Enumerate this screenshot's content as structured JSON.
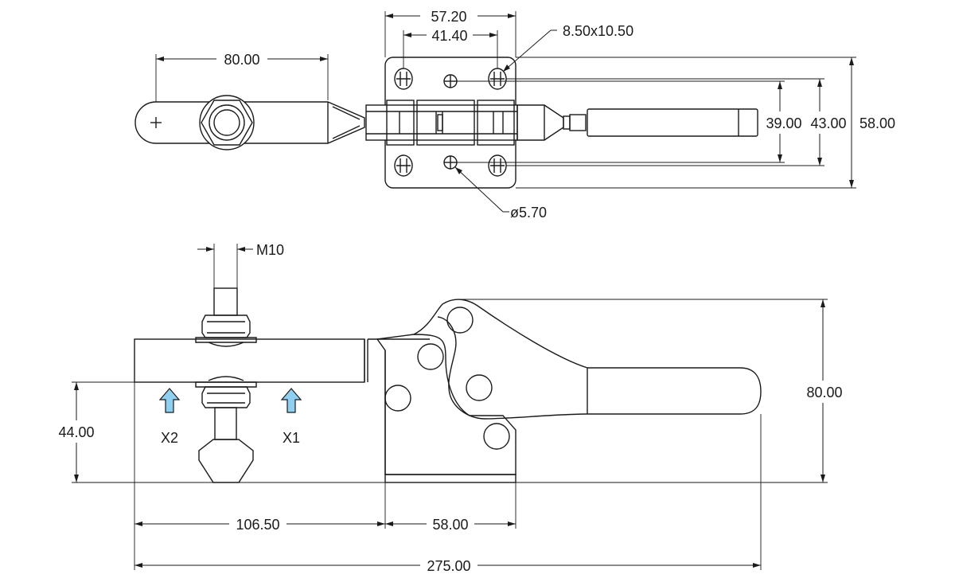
{
  "dimensions": {
    "top_overall_width": "57.20",
    "top_hole_spacing": "41.40",
    "slot_size": "8.50x10.50",
    "handle_arm_length": "80.00",
    "hole_spacing_inner": "39.00",
    "hole_spacing_outer": "43.00",
    "base_depth": "58.00",
    "small_hole_dia": "ø5.70",
    "thread_size": "M10",
    "side_height": "80.00",
    "spindle_height": "44.00",
    "base_to_spindle": "106.50",
    "base_length": "58.00",
    "overall_length": "275.00"
  },
  "labels": {
    "force_x2": "X2",
    "force_x1": "X1"
  },
  "colors": {
    "line": "#1a1a1a",
    "force_arrow": "#8fd0f0"
  }
}
